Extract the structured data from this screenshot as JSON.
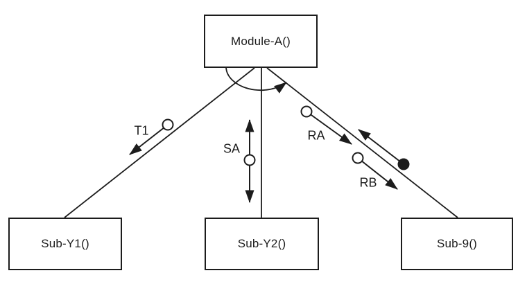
{
  "diagram": {
    "modules": {
      "module_a": "Module-A()",
      "sub_y1": "Sub-Y1()",
      "sub_y2": "Sub-Y2()",
      "sub_9": "Sub-9()"
    },
    "couples": {
      "t1": "T1",
      "sa": "SA",
      "ra": "RA",
      "rb": "RB"
    },
    "colors": {
      "stroke": "#1c1c1c",
      "background": "#ffffff"
    }
  }
}
